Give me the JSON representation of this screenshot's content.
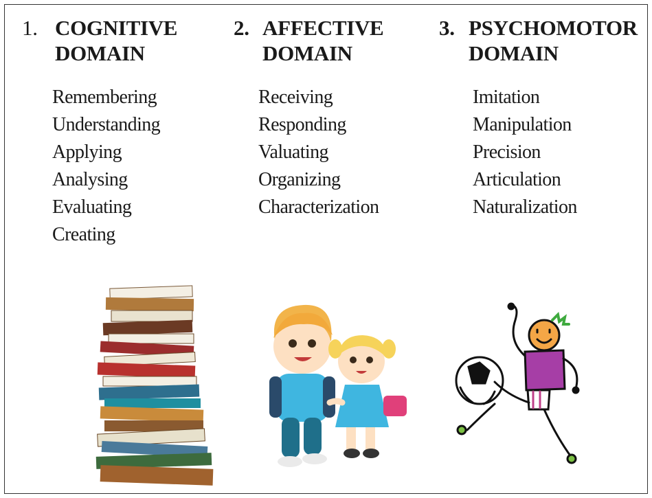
{
  "columns": [
    {
      "number": "1.",
      "title": "COGNITIVE DOMAIN",
      "items": [
        "Remembering",
        "Understanding",
        "Applying",
        "Analysing",
        "Evaluating",
        "Creating"
      ],
      "illustration": "book-stack"
    },
    {
      "number": "2.",
      "title": "AFFECTIVE DOMAIN",
      "items": [
        "Receiving",
        "Responding",
        "Valuating",
        "Organizing",
        "Characterization"
      ],
      "illustration": "children-holding-hands"
    },
    {
      "number": "3.",
      "title": "PSYCHOMOTOR DOMAIN",
      "items": [
        "Imitation",
        "Manipulation",
        "Precision",
        "Articulation",
        "Naturalization"
      ],
      "illustration": "stick-figure-kicking-ball"
    }
  ]
}
